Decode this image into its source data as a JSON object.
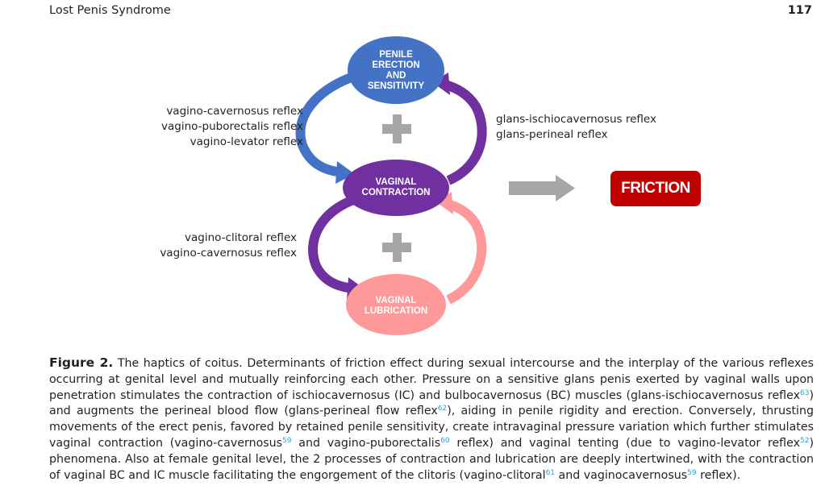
{
  "header": {
    "running_title": "Lost Penis Syndrome",
    "page_number": "117"
  },
  "figure": {
    "nodes": {
      "penile": {
        "lines": [
          "PENILE",
          "ERECTION",
          "AND",
          "SENSITIVITY"
        ],
        "color": "#4472c4"
      },
      "contraction": {
        "lines": [
          "VAGINAL",
          "CONTRACTION"
        ],
        "color": "#7030a0"
      },
      "lubrication": {
        "lines": [
          "VAGINAL",
          "LUBRICATION"
        ],
        "color": "#ff9999"
      }
    },
    "labels": {
      "upper_left": [
        "vagino-cavernosus reflex",
        "vagino-puborectalis reflex",
        "vagino-levator reflex"
      ],
      "upper_right": [
        "glans-ischiocavernosus reflex",
        "glans-perineal reflex"
      ],
      "lower_left": [
        "vagino-clitoral reflex",
        "vagino-cavernosus reflex"
      ]
    },
    "plus_icon_color": "#a6a6a6",
    "arrow_color": "#a6a6a6",
    "result_label": "FRICTION",
    "result_color": "#c00000"
  },
  "caption": {
    "label": "Figure 2.",
    "segments": [
      {
        "text": " The haptics of coitus. Determinants of friction effect during sexual intercourse and the interplay of the various reflexes occurring at genital level and mutually reinforcing each other. Pressure on a sensitive glans penis exerted by vaginal walls upon penetration stimulates the contraction of ischiocavernosus (IC) and bulbocavernosus (BC) muscles (glans-ischiocavernosus reflex"
      },
      {
        "sup": "63"
      },
      {
        "text": ") and augments the perineal blood flow (glans-perineal flow reflex"
      },
      {
        "sup": "62"
      },
      {
        "text": "), aiding in penile rigidity and erection. Conversely, thrusting movements of the erect penis, favored by retained penile sensitivity, create intravaginal pressure variation which further stimulates vaginal contraction (vagino-cavernosus"
      },
      {
        "sup": "59"
      },
      {
        "text": " and vagino-puborectalis"
      },
      {
        "sup": "60"
      },
      {
        "text": " reflex) and vaginal tenting (due to vagino-levator reflex"
      },
      {
        "sup": "52"
      },
      {
        "text": ") phenomena. Also at female genital level, the 2 processes of contraction and lubrication are deeply intertwined, with the contraction of vaginal BC and IC muscle facilitating the engorgement of the clitoris (vagino-clitoral"
      },
      {
        "sup": "61"
      },
      {
        "text": " and vaginocavernosus"
      },
      {
        "sup": "59"
      },
      {
        "text": " reflex)."
      }
    ]
  }
}
